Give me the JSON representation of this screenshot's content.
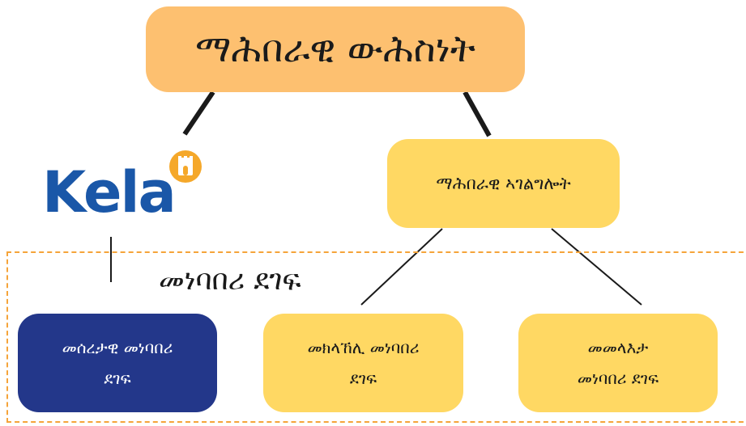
{
  "root": {
    "label": "ማሕበራዊ ውሕስነት"
  },
  "social_services": {
    "label": "ማሕበራዊ ኣገልግሎት"
  },
  "kela": {
    "logo_text": "Kela"
  },
  "assistance_region": {
    "label": "መነባበሪ ደገፍ"
  },
  "branches": [
    {
      "label": "መሰረታዊ መነባበሪ\nደገፍ"
    },
    {
      "label": "መክላኸሊ መነባበሪ\nደገፍ"
    },
    {
      "label": "መመላእታ\nመነባበሪ ደገፍ"
    }
  ],
  "colors": {
    "root": "#fdc070",
    "yellow_node": "#ffd863",
    "kela_node": "#23378a",
    "kela_brand": "#1a57a8",
    "emblem": "#f5a82a",
    "dashed_border": "#f5a43a"
  }
}
